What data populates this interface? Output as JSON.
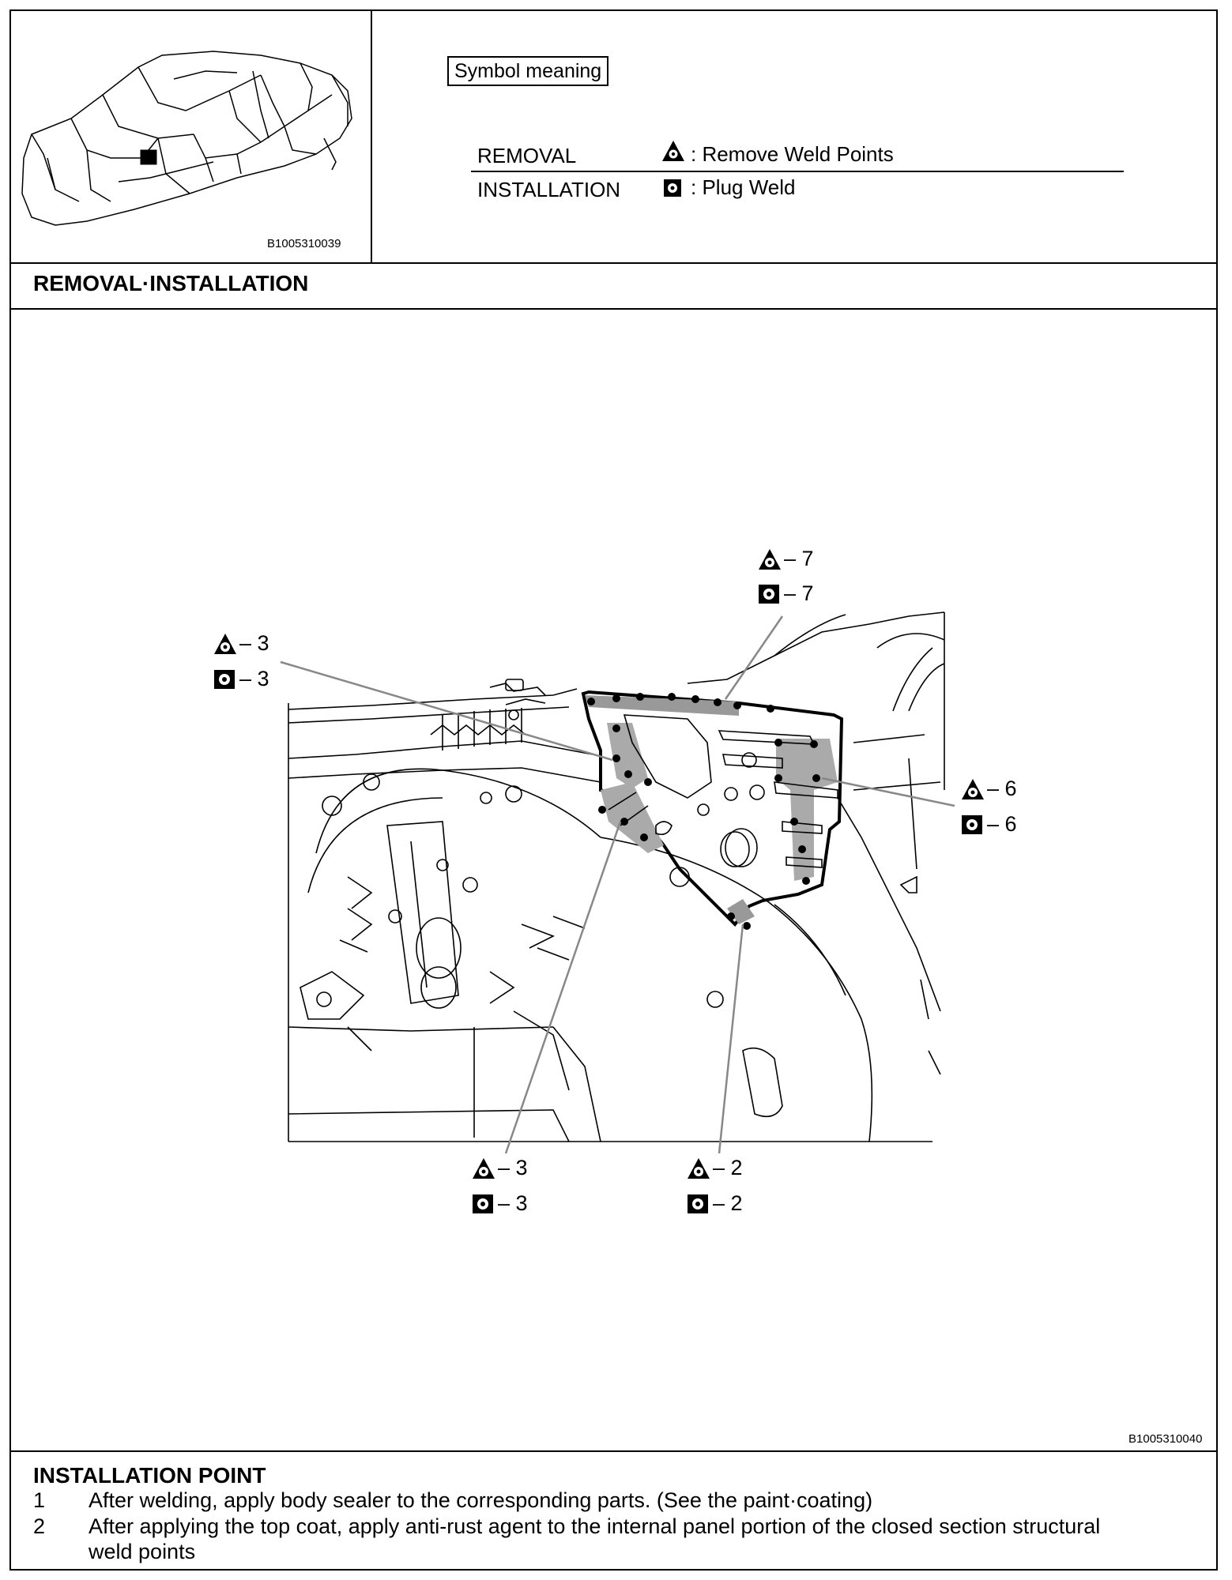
{
  "symbol_box": {
    "title": "Symbol meaning"
  },
  "legend": {
    "removal_label": "REMOVAL",
    "removal_text": ": Remove Weld Points",
    "installation_label": "INSTALLATION",
    "installation_text": ": Plug Weld"
  },
  "codes": {
    "overview": "B1005310039",
    "main": "B1005310040"
  },
  "sections": {
    "removal_installation": "REMOVAL·INSTALLATION",
    "installation_point": "INSTALLATION POINT"
  },
  "callouts": [
    {
      "id": "top",
      "removal": "– 7",
      "plug": "– 7"
    },
    {
      "id": "left",
      "removal": "– 3",
      "plug": "– 3"
    },
    {
      "id": "right",
      "removal": "– 6",
      "plug": "– 6"
    },
    {
      "id": "bottom-left",
      "removal": "– 3",
      "plug": "– 3"
    },
    {
      "id": "bottom-right",
      "removal": "– 2",
      "plug": "– 2"
    }
  ],
  "notes": [
    {
      "num": "1",
      "text": "After welding, apply body sealer to the corresponding parts. (See the paint·coating)"
    },
    {
      "num": "2",
      "line1": "After applying the top coat, apply anti-rust agent to the internal panel portion of the closed section structural",
      "line2": "weld points"
    }
  ],
  "icons": {
    "removal": "triangle-weld-icon",
    "plug": "square-plug-weld-icon"
  }
}
